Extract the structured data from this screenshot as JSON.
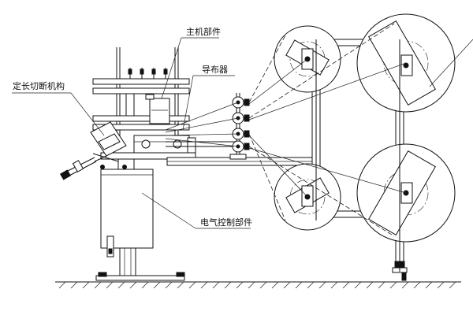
{
  "labels": {
    "main_unit": "主机部件",
    "cloth_guide": "导布器",
    "cut_to_length": "定长切断机构",
    "electrical_control": "电气控制部件"
  }
}
